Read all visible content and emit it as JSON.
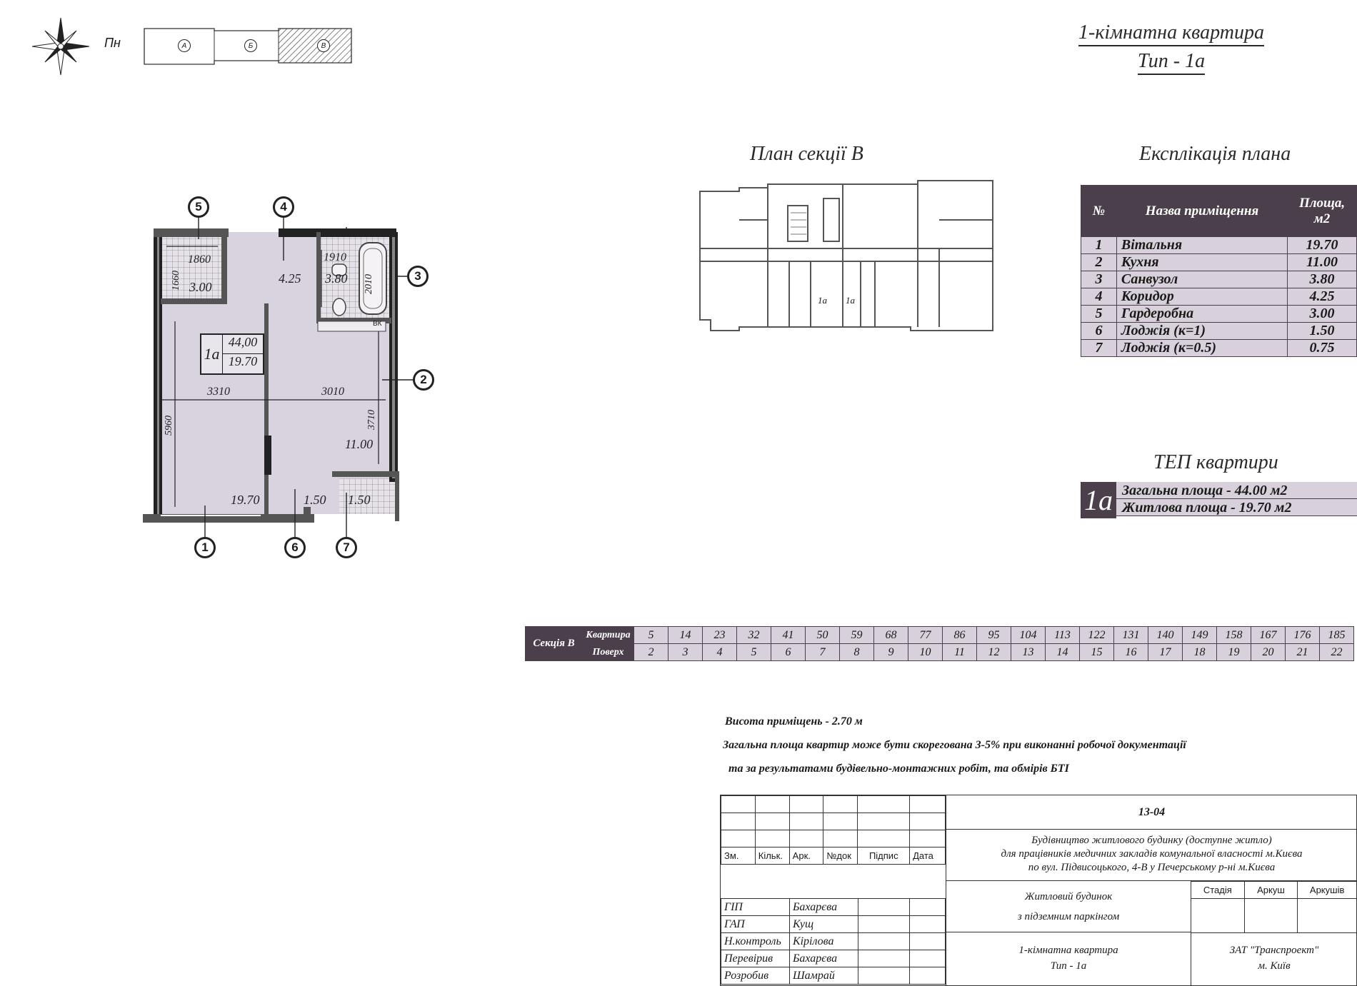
{
  "compass": {
    "north_label": "Пн"
  },
  "key_plan": {
    "sections": [
      "А",
      "Б",
      "В"
    ]
  },
  "title": {
    "line1": "1-кімнатна квартира",
    "line2": "Тип - 1а"
  },
  "section_plan": {
    "title": "План секції В",
    "unit_labels": [
      "1а",
      "1а"
    ]
  },
  "explication": {
    "title": "Експлікація плана",
    "headers": [
      "№",
      "Назва приміщення",
      "Площа, м2"
    ],
    "rows": [
      [
        "1",
        "Вітальня",
        "19.70"
      ],
      [
        "2",
        "Кухня",
        "11.00"
      ],
      [
        "3",
        "Санвузол",
        "3.80"
      ],
      [
        "4",
        "Коридор",
        "4.25"
      ],
      [
        "5",
        "Гардеробна",
        "3.00"
      ],
      [
        "6",
        "Лоджія (к=1)",
        "1.50"
      ],
      [
        "7",
        "Лоджія (к=0.5)",
        "0.75"
      ]
    ]
  },
  "tep": {
    "title": "ТЕП квартири",
    "type": "1а",
    "total": "Загальна площа - 44.00 м2",
    "living": "Житлова площа - 19.70 м2"
  },
  "plan": {
    "markers": [
      "5",
      "4",
      "3",
      "2",
      "1",
      "6",
      "7"
    ],
    "unit_badge": {
      "type": "1а",
      "total": "44,00",
      "living": "19.70"
    },
    "dims": [
      "1860",
      "1660",
      "1910",
      "2010",
      "3310",
      "3010",
      "5960",
      "3710"
    ],
    "areas": [
      "3.00",
      "4.25",
      "3.80",
      "11.00",
      "19.70",
      "1.50",
      "1.50"
    ],
    "fixtures": [
      "ВК"
    ]
  },
  "floors": {
    "section": "Секція В",
    "row1_label": "Квартира",
    "row2_label": "Поверх",
    "apartments": [
      "5",
      "14",
      "23",
      "32",
      "41",
      "50",
      "59",
      "68",
      "77",
      "86",
      "95",
      "104",
      "113",
      "122",
      "131",
      "140",
      "149",
      "158",
      "167",
      "176",
      "185"
    ],
    "floors": [
      "2",
      "3",
      "4",
      "5",
      "6",
      "7",
      "8",
      "9",
      "10",
      "11",
      "12",
      "13",
      "14",
      "15",
      "16",
      "17",
      "18",
      "19",
      "20",
      "21",
      "22"
    ]
  },
  "notes": {
    "height": "Висота приміщень - 2.70 м",
    "adj1": "Загальна площа квартир може бути скорегована 3-5% при виконанні робочої документації",
    "adj2": "та за результатами будівельно-монтажних робіт, та обмірів БТІ"
  },
  "stamp": {
    "code": "13-04",
    "project": [
      "Будівництво житлового будинку (доступне житло)",
      "для працівників медичних закладів комунальної власності  м.Києва",
      "по вул. Підвисоцького, 4-В  у Печерському р-ні  м.Києва"
    ],
    "cols": [
      "Зм.",
      "Кільк.",
      "Арк.",
      "№док",
      "Підпис",
      "Дата"
    ],
    "building": [
      "Житловий будинок",
      "з підземним паркінгом"
    ],
    "stage_cols": [
      "Стадія",
      "Аркуш",
      "Аркушів"
    ],
    "sheet": [
      "1-кімнатна квартира",
      "Тип - 1а"
    ],
    "company": [
      "ЗАТ \"Транспроект\"",
      "м. Київ"
    ],
    "roles": [
      [
        "ГІП",
        "Бахарєва"
      ],
      [
        "ГАП",
        "Кущ"
      ],
      [
        "Н.контроль",
        "Кірілова"
      ],
      [
        "Перевірив",
        "Бахарєва"
      ],
      [
        "Розробив",
        "Шамрай"
      ]
    ]
  }
}
